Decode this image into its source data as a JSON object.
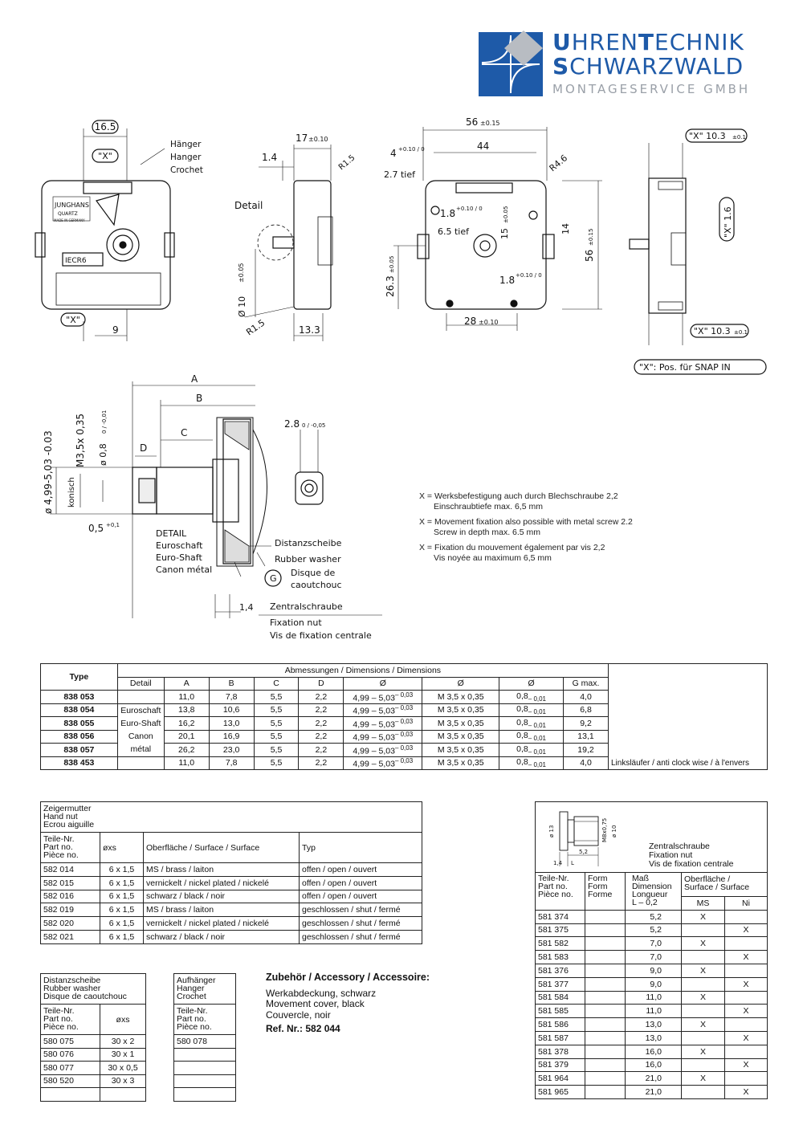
{
  "logo": {
    "line1_a": "U",
    "line1_b": "HREN",
    "line1_c": "T",
    "line1_d": "ECHNIK",
    "line2_a": "S",
    "line2_b": "CHWARZWALD",
    "line3": "MONTAGESERVICE GMBH",
    "colors": {
      "blue": "#1e5aa8",
      "grey": "#9aa0a8"
    }
  },
  "drawing_labels": {
    "d165": "16.5",
    "x_top": "\"X\"",
    "haenger": "Hänger",
    "hanger": "Hanger",
    "crochet": "Crochet",
    "brand": "JUNGHANS",
    "quartz": "QUARTZ",
    "made": "MADE IN GERMANY",
    "battery": "IECR6",
    "x_bottom": "\"X\"",
    "nine": "9",
    "d17": "17",
    "d17tol": "±0.10",
    "d14": "1.4",
    "r15a": "R1.5",
    "detail": "Detail",
    "d10": "Ø 10",
    "d10tol": "±0.05",
    "r15b": "R1.5",
    "d133": "13.3",
    "d56": "56",
    "d56tol": "±0.15",
    "d44": "44",
    "d4": "4",
    "d4tol": "+0.10 / 0",
    "d27": "2.7 tief",
    "r46": "R4.6",
    "d18a": "1.8",
    "d18atol": "+0.10 / 0",
    "d65": "6.5 tief",
    "d15": "15",
    "d15tol": "±0.05",
    "d14v": "14",
    "d56v": "56",
    "d56vtol": "±0.15",
    "d263": "26.3",
    "d263tol": "±0.05",
    "d18b": "1.8",
    "d18btol": "+0.10 / 0",
    "d28": "28",
    "d28tol": "±0.10",
    "x103a": "\"X\" 10.3",
    "x103atol": "±0.1",
    "x16": "\"X\" 1.6",
    "x103b": "\"X\" 10.3",
    "x103btol": "±0.1",
    "snap": "\"X\": Pos. für SNAP IN",
    "dA": "A",
    "dB": "B",
    "dC": "C",
    "dD": "D",
    "dphi": "ø 4,99-5,03 -0.03",
    "dm35": "M3,5x 0,35",
    "d08": "ø 0,8",
    "d08tol": "0 / -0,01",
    "konisch": "konisch",
    "d05": "0,5",
    "d05tol": "+0,1",
    "det1": "DETAIL",
    "det2": "Euroschaft",
    "det3": "Euro-Shaft",
    "det4": "Canon métal",
    "d28b": "2.8",
    "d28btol": "0 / -0,05",
    "dist1": "Distanzscheibe",
    "dist2": "Rubber washer",
    "dist3": "Disque de",
    "dist4": "caoutchouc",
    "distG": "G",
    "d14b": "1,4",
    "z1": "Zentralschraube",
    "z2": "Fixation nut",
    "z3": "Vis de fixation centrale"
  },
  "notes": [
    [
      "X = Werksbefestigung auch durch Blechschraube 2,2",
      "Einschraubtiefe max. 6,5 mm"
    ],
    [
      "X = Movement fixation also possible with metal screw 2.2",
      "Screw in depth max. 6.5 mm"
    ],
    [
      "X = Fixation du mouvement également par vis 2,2",
      "Vis noyée au maximum 6,5 mm"
    ]
  ],
  "main_table": {
    "type_header": "Type",
    "dims_header": "Abmessungen / Dimensions / Dimensions",
    "detail_header": "Detail",
    "col_headers": [
      "A",
      "B",
      "C",
      "D",
      "Ø",
      "Ø",
      "Ø",
      "G max."
    ],
    "detail_lines": [
      "Euroschaft",
      "Euro-Shaft",
      "Canon",
      "métal"
    ],
    "rows": [
      {
        "type": "838 053",
        "A": "11,0",
        "B": "7,8",
        "C": "5,5",
        "D": "2,2",
        "o1": "4,99 – 5,03",
        "o1t": "– 0,03",
        "o2": "M 3,5 x 0,35",
        "o3": "0,8",
        "o3t": "– 0,01",
        "G": "4,0",
        "note": ""
      },
      {
        "type": "838 054",
        "A": "13,8",
        "B": "10,6",
        "C": "5,5",
        "D": "2,2",
        "o1": "4,99 – 5,03",
        "o1t": "– 0,03",
        "o2": "M 3,5 x 0,35",
        "o3": "0,8",
        "o3t": "– 0,01",
        "G": "6,8",
        "note": ""
      },
      {
        "type": "838 055",
        "A": "16,2",
        "B": "13,0",
        "C": "5,5",
        "D": "2,2",
        "o1": "4,99 – 5,03",
        "o1t": "– 0,03",
        "o2": "M 3,5 x 0,35",
        "o3": "0,8",
        "o3t": "– 0,01",
        "G": "9,2",
        "note": ""
      },
      {
        "type": "838 056",
        "A": "20,1",
        "B": "16,9",
        "C": "5,5",
        "D": "2,2",
        "o1": "4,99 – 5,03",
        "o1t": "– 0,03",
        "o2": "M 3,5 x 0,35",
        "o3": "0,8",
        "o3t": "– 0,01",
        "G": "13,1",
        "note": ""
      },
      {
        "type": "838 057",
        "A": "26,2",
        "B": "23,0",
        "C": "5,5",
        "D": "2,2",
        "o1": "4,99 – 5,03",
        "o1t": "– 0,03",
        "o2": "M 3,5 x 0,35",
        "o3": "0,8",
        "o3t": "– 0,01",
        "G": "19,2",
        "note": ""
      },
      {
        "type": "838 453",
        "A": "11,0",
        "B": "7,8",
        "C": "5,5",
        "D": "2,2",
        "o1": "4,99 – 5,03",
        "o1t": "– 0,03",
        "o2": "M 3,5 x 0,35",
        "o3": "0,8",
        "o3t": "– 0,01",
        "G": "4,0",
        "note": "Linksläufer / anti clock wise / à l'envers"
      }
    ]
  },
  "handnut_table": {
    "title": [
      "Zeigermutter",
      "Hand nut",
      "Ecrou aiguille"
    ],
    "h_part": [
      "Teile-Nr.",
      "Part no.",
      "Pièce no."
    ],
    "h_oxs": "øxs",
    "h_surface": "Oberfläche / Surface / Surface",
    "h_typ": "Typ",
    "rows": [
      [
        "582 014",
        "6 x 1,5",
        "MS / brass / laiton",
        "offen / open / ouvert"
      ],
      [
        "582 015",
        "6 x 1,5",
        "vernickelt / nickel plated / nickelé",
        "offen / open / ouvert"
      ],
      [
        "582 016",
        "6 x 1,5",
        "schwarz / black / noir",
        "offen / open / ouvert"
      ],
      [
        "582 019",
        "6 x 1,5",
        "MS / brass / laiton",
        "geschlossen / shut / fermé"
      ],
      [
        "582 020",
        "6 x 1,5",
        "vernickelt / nickel plated / nickelé",
        "geschlossen / shut / fermé"
      ],
      [
        "582 021",
        "6 x 1,5",
        "schwarz / black / noir",
        "geschlossen / shut / fermé"
      ]
    ]
  },
  "washer_table": {
    "title": [
      "Distanzscheibe",
      "Rubber washer",
      "Disque de caoutchouc"
    ],
    "h_part": [
      "Teile-Nr.",
      "Part no.",
      "Pièce no."
    ],
    "h_oxs": "øxs",
    "rows": [
      [
        "580 075",
        "30 x 2"
      ],
      [
        "580 076",
        "30 x 1"
      ],
      [
        "580 077",
        "30 x 0,5"
      ],
      [
        "580 520",
        "30 x 3"
      ],
      [
        "",
        ""
      ]
    ]
  },
  "hanger_table": {
    "title": [
      "Aufhänger",
      "Hanger",
      "Crochet"
    ],
    "h_part": [
      "Teile-Nr.",
      "Part no.",
      "Pièce no."
    ],
    "rows": [
      [
        "580 078"
      ],
      [
        ""
      ],
      [
        ""
      ],
      [
        ""
      ],
      [
        ""
      ]
    ]
  },
  "accessory": {
    "title": "Zubehör / Accessory / Accessoire:",
    "lines": [
      "Werkabdeckung, schwarz",
      "Movement cover, black",
      "Couvercle, noir"
    ],
    "ref": "Ref. Nr.: 582 044"
  },
  "screw_table": {
    "sketch": {
      "d13": "ø 13",
      "m8": "M8x0,75",
      "d10": "ø 10",
      "d52": "5,2",
      "d14": "1,4",
      "dL": "L"
    },
    "title": [
      "Zentralschraube",
      "Fixation nut",
      "Vis de fixation centrale"
    ],
    "h_part": [
      "Teile-Nr.",
      "Part no.",
      "Pièce no."
    ],
    "h_form": [
      "Form",
      "Form",
      "Forme"
    ],
    "h_mass": [
      "Maß",
      "Dimension",
      "Longueur",
      "L – 0,2"
    ],
    "h_surf": [
      "Oberfläche /",
      "Surface / Surface"
    ],
    "h_ms": "MS",
    "h_ni": "Ni",
    "rows": [
      [
        "581 374",
        "",
        "5,2",
        "X",
        ""
      ],
      [
        "581 375",
        "",
        "5,2",
        "",
        "X"
      ],
      [
        "581 582",
        "",
        "7,0",
        "X",
        ""
      ],
      [
        "581 583",
        "",
        "7,0",
        "",
        "X"
      ],
      [
        "581 376",
        "",
        "9,0",
        "X",
        ""
      ],
      [
        "581 377",
        "",
        "9,0",
        "",
        "X"
      ],
      [
        "581 584",
        "",
        "11,0",
        "X",
        ""
      ],
      [
        "581 585",
        "",
        "11,0",
        "",
        "X"
      ],
      [
        "581 586",
        "",
        "13,0",
        "X",
        ""
      ],
      [
        "581 587",
        "",
        "13,0",
        "",
        "X"
      ],
      [
        "581 378",
        "",
        "16,0",
        "X",
        ""
      ],
      [
        "581 379",
        "",
        "16,0",
        "",
        "X"
      ],
      [
        "581 964",
        "",
        "21,0",
        "X",
        ""
      ],
      [
        "581 965",
        "",
        "21,0",
        "",
        "X"
      ]
    ]
  }
}
